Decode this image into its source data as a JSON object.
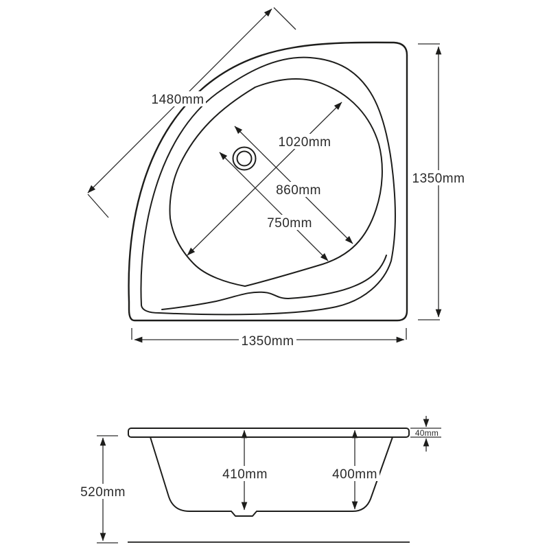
{
  "title": "Corner bath technical drawing",
  "colors": {
    "line": "#1d1d1b",
    "dimension": "#2b2b2b",
    "text": "#2a2a2a",
    "background": "#ffffff"
  },
  "plan_view": {
    "name": "plan-view-top",
    "dims": {
      "diagonal": "1480mm",
      "basin_diagonal": "1020mm",
      "basin_width": "860mm",
      "basin_depth": "750mm",
      "side_right": "1350mm",
      "side_bottom": "1350mm"
    }
  },
  "side_view": {
    "name": "side-elevation",
    "dims": {
      "overall_height": "520mm",
      "internal_depth_left": "410mm",
      "internal_depth_right": "400mm",
      "rim_thickness": "40mm"
    }
  }
}
